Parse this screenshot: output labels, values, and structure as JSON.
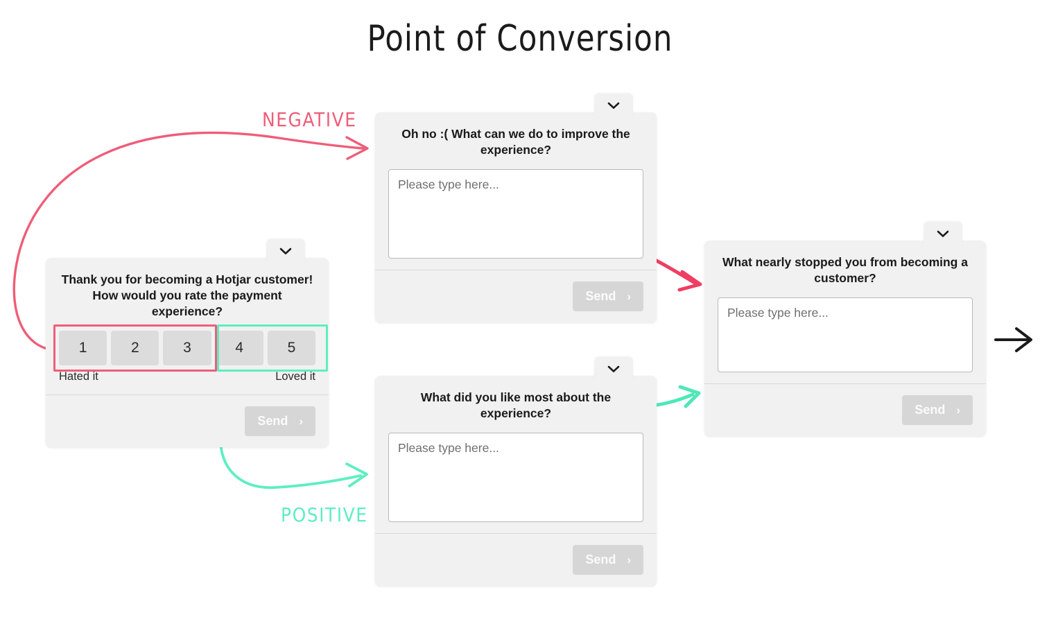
{
  "page": {
    "title": "Point of Conversion"
  },
  "colors": {
    "negative": "#ef5d79",
    "positive": "#5eeec2",
    "card_bg": "#f1f1f1",
    "rating_btn": "#dcdcdc",
    "send_btn": "#d6d6d6",
    "arrow_black": "#1b1b1b"
  },
  "annotations": {
    "negative_label": "NEGATIVE",
    "positive_label": "POSITIVE"
  },
  "cards": {
    "rating": {
      "question": "Thank you for becoming a Hotjar customer! How would you rate the payment experience?",
      "scale": [
        "1",
        "2",
        "3",
        "4",
        "5"
      ],
      "low_label": "Hated it",
      "high_label": "Loved it",
      "send_label": "Send",
      "send_chevron": "›",
      "collapse_icon": "chevron-down-icon"
    },
    "negative": {
      "question": "Oh no :( What can we do to improve the experience?",
      "textarea_placeholder": "Please type here...",
      "textarea_value": "",
      "send_label": "Send",
      "send_chevron": "›",
      "collapse_icon": "chevron-down-icon"
    },
    "positive": {
      "question": "What did you like most about the experience?",
      "textarea_placeholder": "Please type here...",
      "textarea_value": "",
      "send_label": "Send",
      "send_chevron": "›",
      "collapse_icon": "chevron-down-icon"
    },
    "followup": {
      "question": "What nearly stopped you from becoming a customer?",
      "textarea_placeholder": "Please type here...",
      "textarea_value": "",
      "send_label": "Send",
      "send_chevron": "›",
      "collapse_icon": "chevron-down-icon"
    }
  }
}
